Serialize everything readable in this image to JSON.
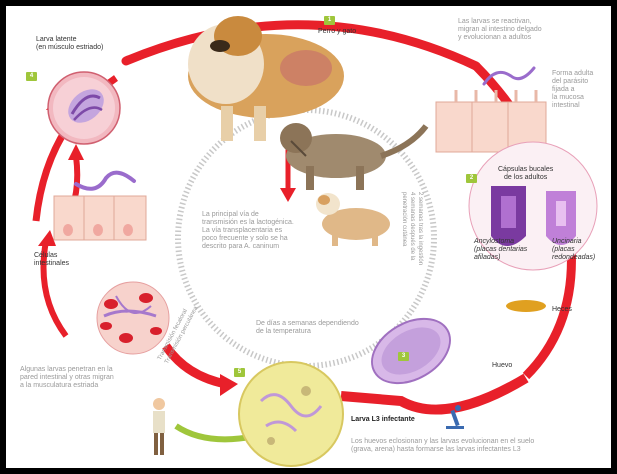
{
  "labels": {
    "larva_latente": "Larva latente\n(en músculo estriado)",
    "perro_gato": "Perro y gato",
    "reactivan": "Las larvas se reactivan,\nmigran al intestino delgado\ny evolucionan a adultos",
    "forma_adulta": "Forma adulta\ndel parásito\nfijada a\nla mucosa\nintestinal",
    "capsulas": "Cápsulas bucales\nde los adultos",
    "ancylostoma": "Ancylostoma\n(placas dentarias\nafiladas)",
    "uncinaria": "Uncinaria\n(placas\nredondeadas)",
    "heces": "Heces",
    "huevo": "Huevo",
    "larva_l3": "Larva L3 infectante",
    "eclosionan": "Los huevos eclosionan y las larvas evolucionan en el suelo\n(grava, arena) hasta formarse las larvas infectantes L3",
    "transmision_fecal": "Transmisión fecaloral\nTransmisión percutánea",
    "de_dias": "De días a semanas dependiendo\nde la temperatura",
    "algunas_larvas": "Algunas larvas penetran en la\npared intestinal y otras migran\na la musculatura estriada",
    "celulas": "Células\nintestinales",
    "principal_via": "La principal vía de\ntransmisión es la lactogénica.\nLa vía transplacentaria es\npoco frecuente y solo se ha\ndescrito para A. caninum",
    "semanas": "2 semanas tras la ingestión\n4 semanas después de la\npenetración cutánea"
  },
  "steps": {
    "s1": "1",
    "s2": "2",
    "s3": "3",
    "s4": "4",
    "s5": "5"
  },
  "colors": {
    "arrow_red": "#e8202a",
    "badge_green": "#9fc63b",
    "dashed_gray": "#c8c8c8"
  }
}
